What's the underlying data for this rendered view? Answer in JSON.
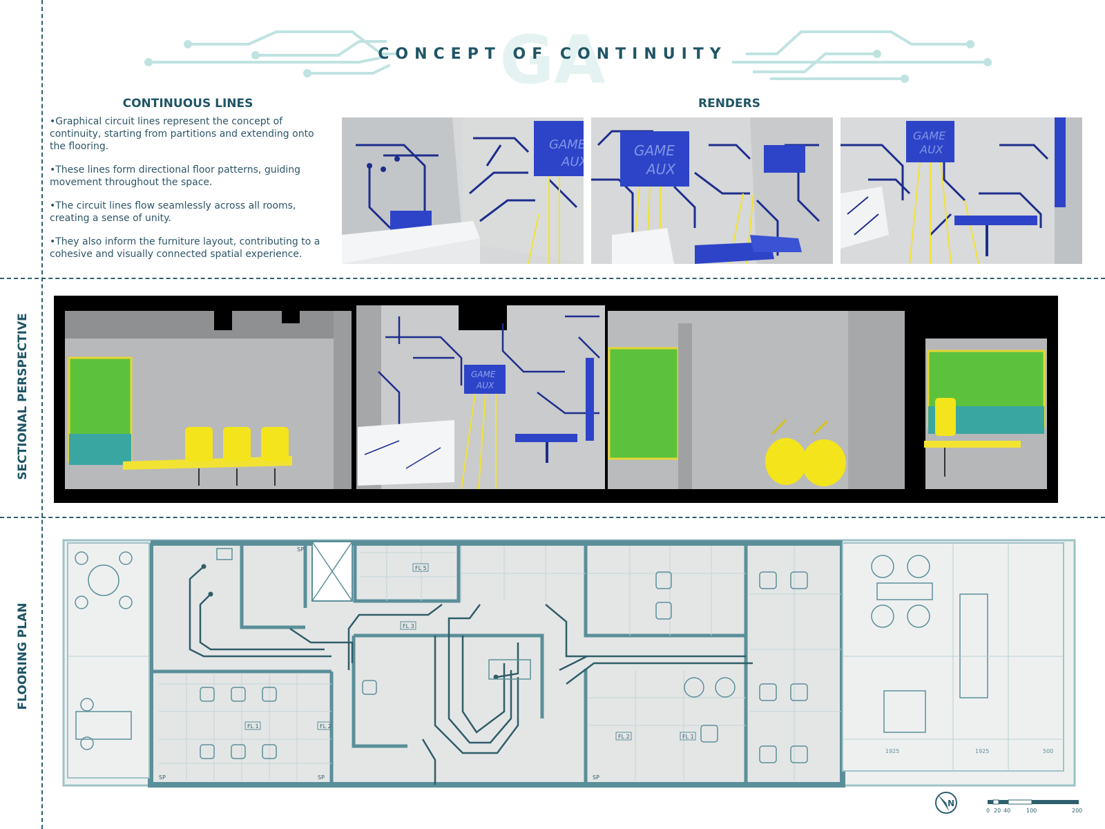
{
  "header": {
    "title": "CONCEPT OF CONTINUITY",
    "logo_letters": "GA"
  },
  "continuous_lines": {
    "heading": "CONTINUOUS LINES",
    "bullets": [
      "•Graphical circuit lines represent the concept of continuity, starting from partitions and extending onto the flooring.",
      "•These lines form directional floor patterns, guiding movement throughout the space.",
      "•The circuit lines flow seamlessly across all rooms, creating a sense of unity.",
      "•They also inform the furniture layout, contributing to a cohesive and visually connected spatial experience."
    ]
  },
  "renders": {
    "heading": "RENDERS",
    "sign_line1": "GAME",
    "sign_line2": "AUX"
  },
  "section": {
    "label": "SECTIONAL PERSPECTIVE"
  },
  "plan": {
    "label": "FLOORING PLAN",
    "tags": {
      "fl1": "FL 1",
      "fl2": "FL 2",
      "fl3": "FL 3",
      "fl5": "FL 5",
      "sp": "SP"
    },
    "dims": [
      "1925",
      "1925",
      "500"
    ],
    "north_letter": "N",
    "scale_labels": [
      "0",
      "20",
      "40",
      "100",
      "200"
    ]
  },
  "colors": {
    "teal": "#2d5f6e",
    "plan_teal": "#5a8f99",
    "plan_fill": "#e4e6e6",
    "circuit_blue": "#1c2d8c",
    "accent_yellow": "#f2e332",
    "accent_green": "#58c23a",
    "circuit_light": "#bfe3e1"
  }
}
